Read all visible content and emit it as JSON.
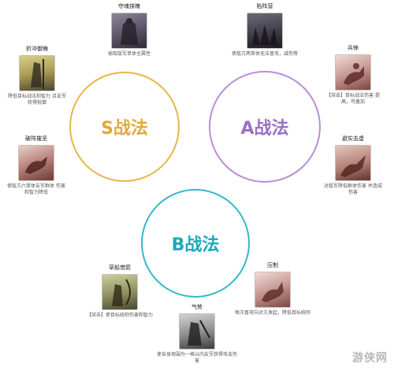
{
  "circles": {
    "s": "S战法",
    "a": "A战法",
    "b": "B战法"
  },
  "skills": [
    {
      "name": "夺魂挟魄",
      "desc": "偷取敌军单体全属性",
      "icon": "robed-figure-icon"
    },
    {
      "name": "折冲御侮",
      "desc": "降低目标战法和智力 且友军获得抵御",
      "icon": "warrior-icon"
    },
    {
      "name": "陷阵营",
      "desc": "使敌方两单体无法普攻，减伤等",
      "icon": "phalanx-icon"
    },
    {
      "name": "破阵摧坚",
      "desc": "使敌方六单体友军群体 伤害和智力降低",
      "icon": "cavalry-icon"
    },
    {
      "name": "兵锋",
      "desc": "【突击】目标战法伤害 提高，可叠加",
      "icon": "rider-icon"
    },
    {
      "name": "避实击虚",
      "desc": "对敌军降低群体伤害 并造成伤害",
      "icon": "charge-icon"
    },
    {
      "name": "草船借箭",
      "desc": "【突击】使目标统帅伤害和智力",
      "icon": "archer-icon"
    },
    {
      "name": "压制",
      "desc": "每次普攻向对方发起，降低目标统帅",
      "icon": "horse-icon"
    },
    {
      "name": "气势",
      "desc": "使自身周围为一格以内友军获得攻击伤害",
      "icon": "brush-warrior-icon"
    }
  ],
  "watermark": "游侠网"
}
